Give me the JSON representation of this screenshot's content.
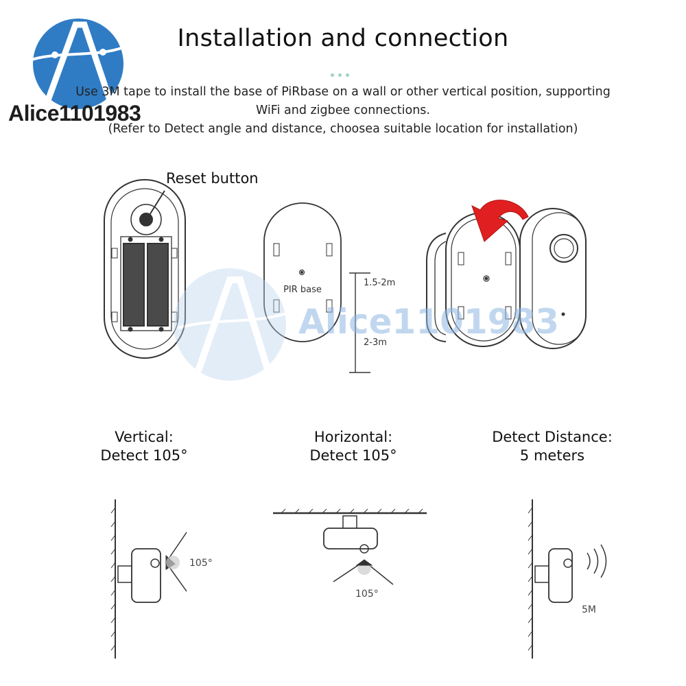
{
  "header": {
    "title": "Installation and connection",
    "description_line1": "Use 3M tape to install the base of PiRbase on a wall or other vertical position, supporting",
    "description_line2": "WiFi and zigbee connections.",
    "description_line3": "(Refer to Detect angle and distance, choosea suitable location for installation)"
  },
  "logo": {
    "text": "Alice1101983",
    "color": "#2f7cc4"
  },
  "diagram": {
    "reset_label": "Reset button",
    "base_label": "PIR base",
    "height_upper": "1.5-2m",
    "height_lower": "2-3m",
    "arrow_color": "#e02020"
  },
  "watermark": {
    "text": "Alice1101983"
  },
  "features": [
    {
      "line1": "Vertical:",
      "line2": "Detect 105°",
      "angle": "105°"
    },
    {
      "line1": "Horizontal:",
      "line2": "Detect 105°",
      "angle": "105°"
    },
    {
      "line1": "Detect Distance:",
      "line2": "5 meters",
      "distance": "5M"
    }
  ]
}
